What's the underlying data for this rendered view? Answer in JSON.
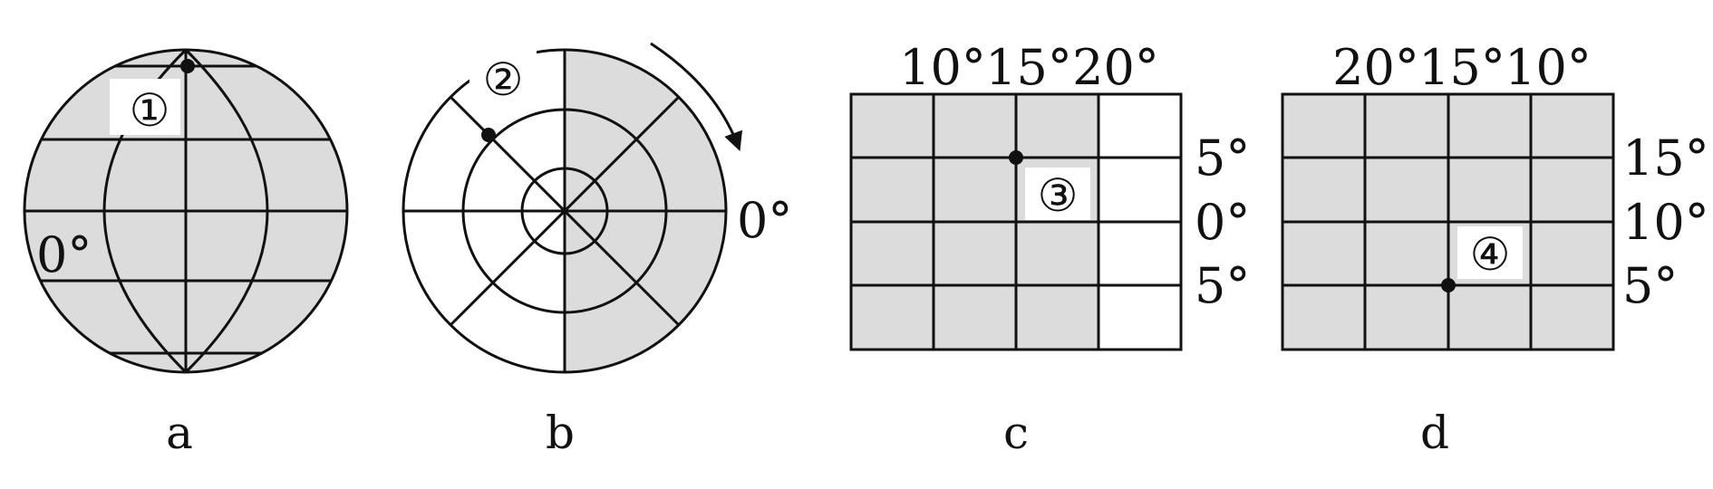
{
  "colors": {
    "ink": "#111111",
    "shade": "#dcdcdc",
    "background": "#ffffff"
  },
  "diagram_a": {
    "caption": "a",
    "marker": "①",
    "equator_label": "0°"
  },
  "diagram_b": {
    "caption": "b",
    "marker": "②",
    "meridian_label": "0°",
    "rotation_arrow_icon": "clockwise-arrow-icon"
  },
  "diagram_c": {
    "caption": "c",
    "marker": "③",
    "top_labels": [
      "10°",
      "15°",
      "20°"
    ],
    "right_labels": [
      "5°",
      "0°",
      "5°"
    ]
  },
  "diagram_d": {
    "caption": "d",
    "marker": "④",
    "top_labels": [
      "20°",
      "15°",
      "10°"
    ],
    "right_labels": [
      "15°",
      "10°",
      "5°"
    ]
  }
}
